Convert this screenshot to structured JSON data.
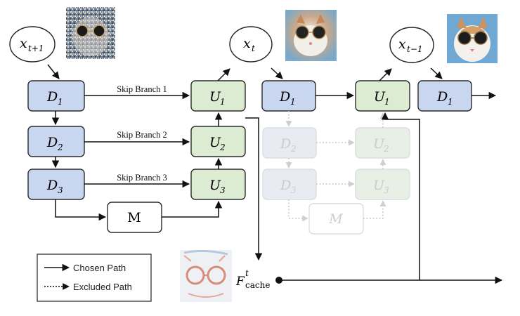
{
  "nodes": {
    "x_prev": {
      "base": "x",
      "sub": "t+1"
    },
    "x_cur": {
      "base": "x",
      "sub": "t"
    },
    "x_next": {
      "base": "x",
      "sub": "t−1"
    },
    "d1": {
      "base": "D",
      "sub": "1"
    },
    "d2": {
      "base": "D",
      "sub": "2"
    },
    "d3": {
      "base": "D",
      "sub": "3"
    },
    "u1": {
      "base": "U",
      "sub": "1"
    },
    "u2": {
      "base": "U",
      "sub": "2"
    },
    "u3": {
      "base": "U",
      "sub": "3"
    },
    "m": "M",
    "m_excluded": "M",
    "f_cache": {
      "base": "F",
      "sup": "t",
      "sub": "cache"
    }
  },
  "skip_branches": [
    "Skip Branch 1",
    "Skip Branch 2",
    "Skip Branch 3"
  ],
  "legend": {
    "chosen": "Chosen Path",
    "excluded": "Excluded Path"
  },
  "colors": {
    "down_block": "#c9d6ef",
    "up_block": "#dcecd2",
    "faded_stroke": "#dadde2"
  }
}
